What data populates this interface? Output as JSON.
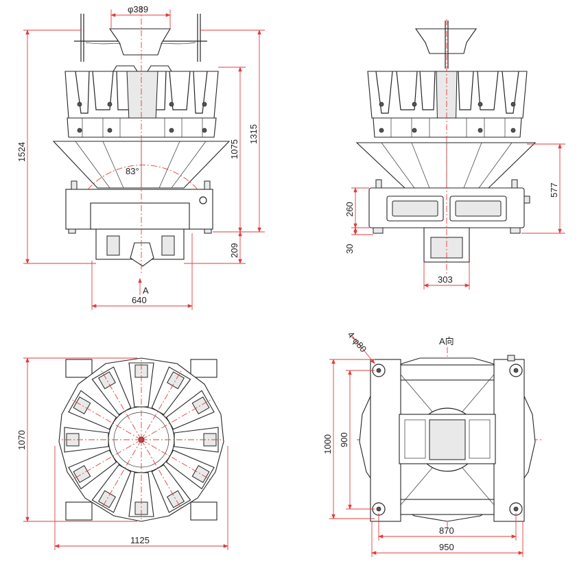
{
  "drawing": {
    "front_view": {
      "dims": {
        "hopper_dia": "φ389",
        "overall_height": "1524",
        "height_1315": "1315",
        "height_1075": "1075",
        "height_209": "209",
        "angle": "83°",
        "width_640": "640",
        "view_marker": "A"
      }
    },
    "side_view": {
      "dims": {
        "height_577": "577",
        "height_260": "260",
        "height_30": "30",
        "width_303": "303"
      }
    },
    "top_view": {
      "dims": {
        "depth_1070": "1070",
        "width_1125": "1125"
      }
    },
    "bottom_view": {
      "title": "A向",
      "dims": {
        "holes": "4-φ80",
        "depth_1000": "1000",
        "depth_900": "900",
        "width_870": "870",
        "width_950": "950"
      }
    }
  },
  "colors": {
    "line": "#222222",
    "dimension": "#e23b3b",
    "background": "#ffffff"
  }
}
